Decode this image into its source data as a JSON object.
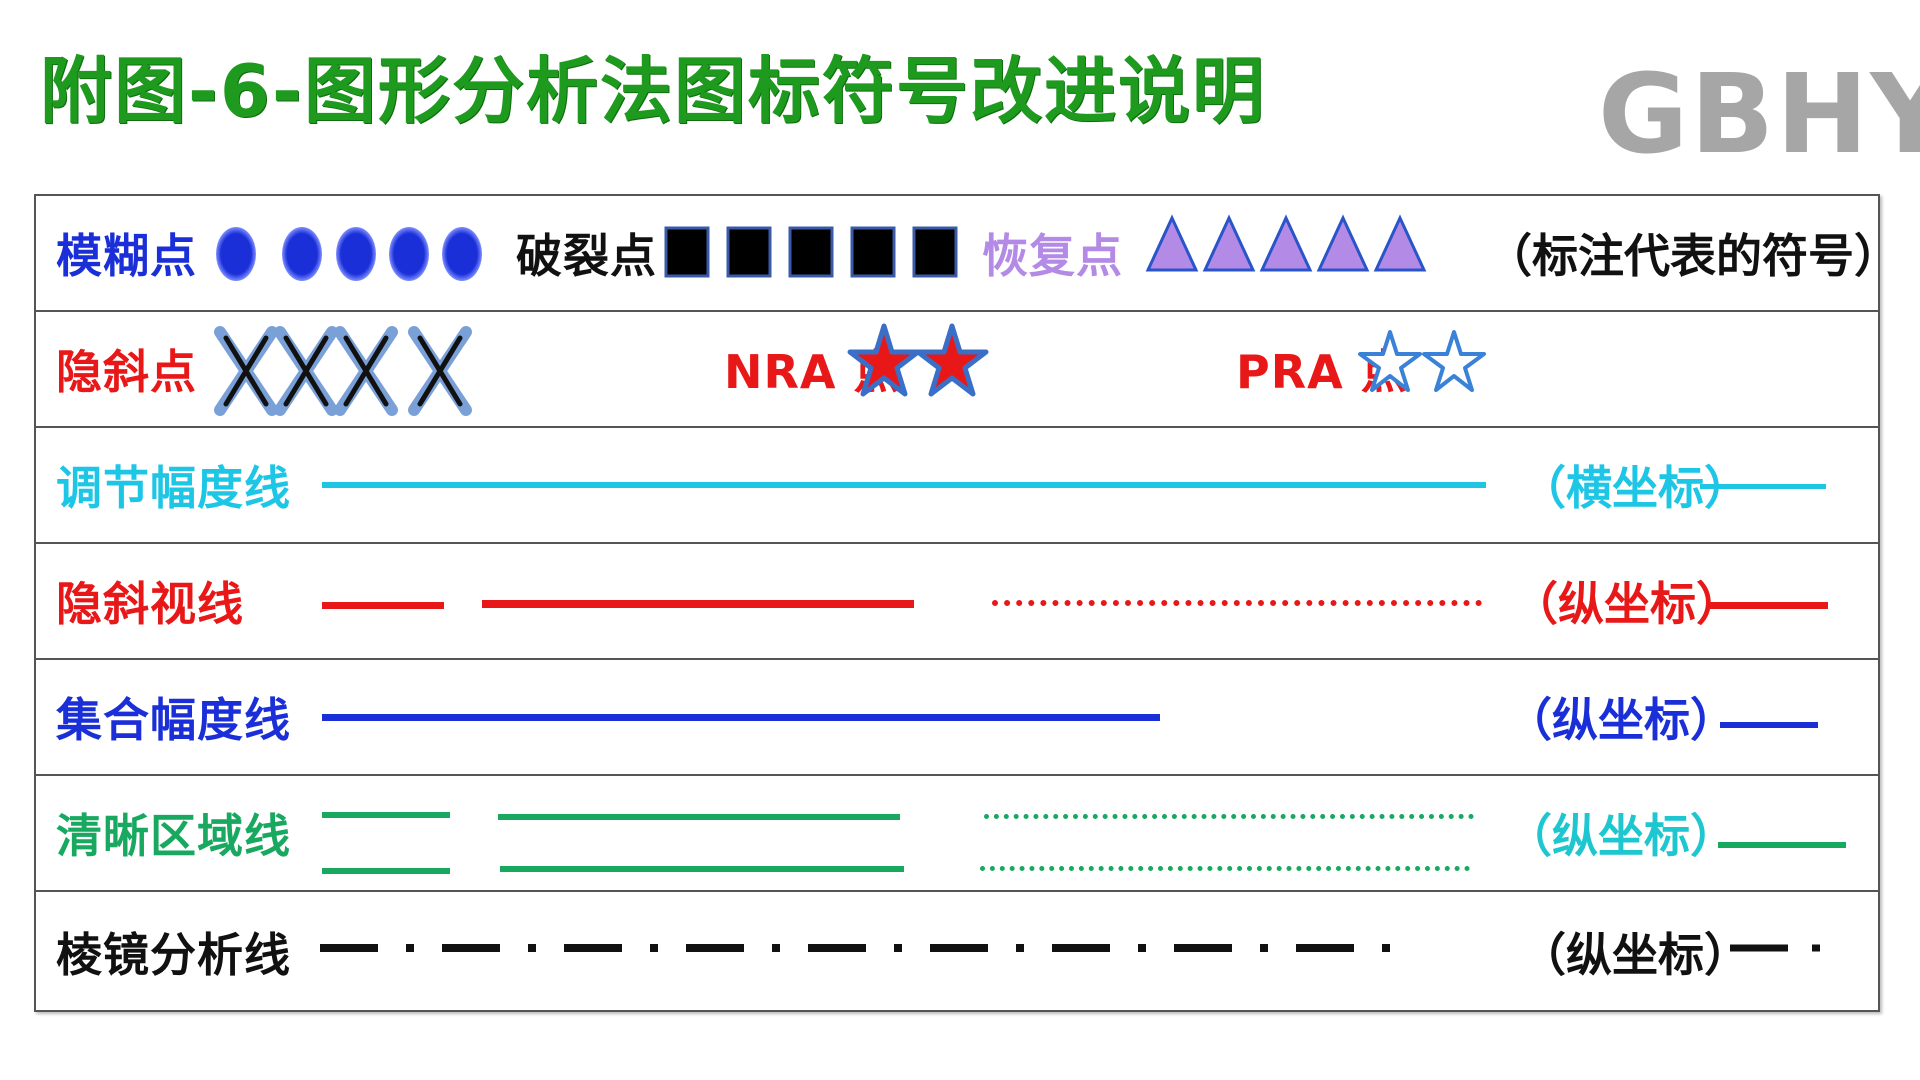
{
  "title": "附图-6-图形分析法图标符号改进说明",
  "brand": "GBHY",
  "colors": {
    "title_green": "#1e9a1e",
    "blue": "#1a2fd8",
    "red": "#e81818",
    "lavender": "#b38ae6",
    "cyan": "#1ec6e6",
    "green": "#18a860",
    "black": "#111111"
  },
  "rows": {
    "fuzzy": {
      "label": "模糊点",
      "mid_label": "破裂点",
      "mid2_label": "恢复点",
      "note": "（标注代表的符号）"
    },
    "oblique": {
      "label": "隐斜点",
      "nra_label": "NRA 点",
      "pra_label": "PRA 点"
    },
    "accommodation": {
      "label": "调节幅度线",
      "note": "（横坐标）"
    },
    "oblique_line": {
      "label": "隐斜视线",
      "note": "（纵坐标）"
    },
    "vergence": {
      "label": "集合幅度线",
      "note": "（纵坐标）"
    },
    "clear_zone": {
      "label": "清晰区域线",
      "note": "（纵坐标）"
    },
    "prism": {
      "label": "棱镜分析线",
      "note": "（纵坐标）"
    }
  }
}
